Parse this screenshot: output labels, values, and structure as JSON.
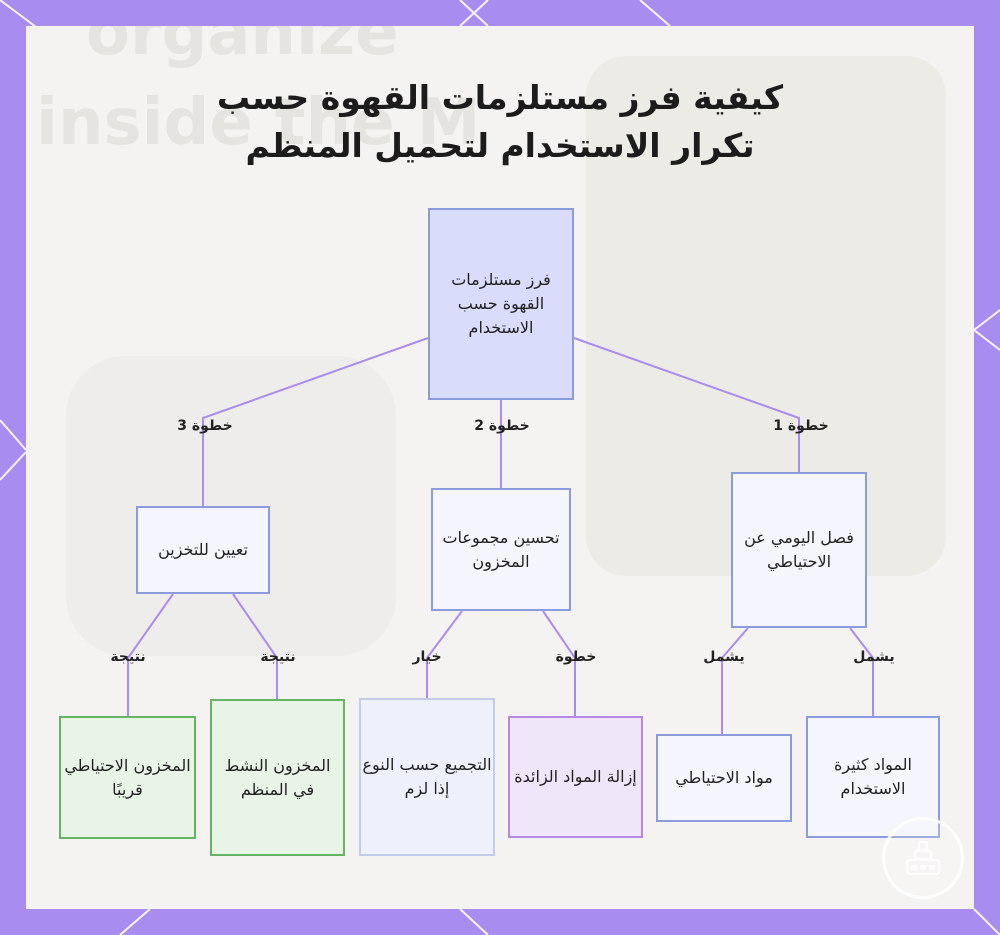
{
  "title": {
    "line1": "كيفية فرز مستلزمات القهوة حسب",
    "line2": "تكرار الاستخدام لتحميل المنظم"
  },
  "nodes": {
    "root": "فرز مستلزمات القهوة حسب الاستخدام",
    "separate": "فصل اليومي عن الاحتياطي",
    "optimize": "تحسين مجموعات المخزون",
    "assign": "تعيين للتخزين",
    "frequent": "المواد كثيرة الاستخدام",
    "backup": "مواد الاحتياطي",
    "remove": "إزالة المواد الزائدة",
    "group": "التجميع حسب النوع إذا لزم",
    "active": "المخزون النشط في المنظم",
    "nearby": "المخزون الاحتياطي قريبًا"
  },
  "edges": {
    "step1": "خطوة 1",
    "step2": "خطوة 2",
    "step3": "خطوة 3",
    "includes_a": "يشمل",
    "includes_b": "يشمل",
    "step": "خطوة",
    "option": "خيار",
    "result_a": "نتيجة",
    "result_b": "نتيجة"
  },
  "colors": {
    "frame": "#a98cf0",
    "edge": "#a98cf0",
    "blue_border": "#8c9bdc",
    "green_border": "#63b463",
    "purple_border": "#b58ae6"
  },
  "icons": {
    "logo": "coffee-organizer-logo-icon"
  }
}
